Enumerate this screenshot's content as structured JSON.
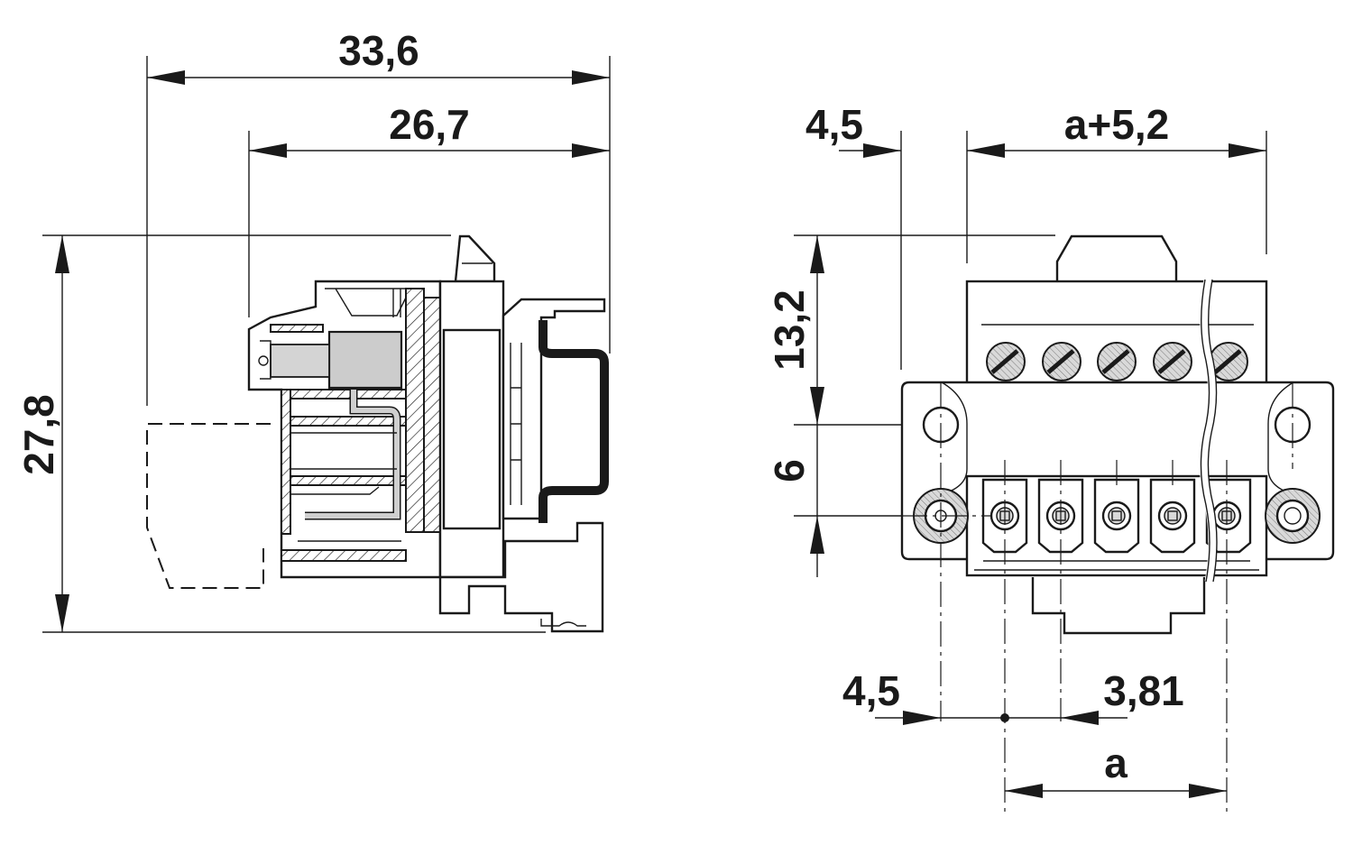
{
  "side_view": {
    "width_total": "33,6",
    "width_body": "26,7",
    "height_total": "27,8"
  },
  "front_view": {
    "flange_offset": "4,5",
    "width_formula": "a+5,2",
    "height_upper": "13,2",
    "height_lower": "6",
    "mount_offset": "4,5",
    "pitch": "3,81",
    "span": "a"
  },
  "pole_count": 5
}
